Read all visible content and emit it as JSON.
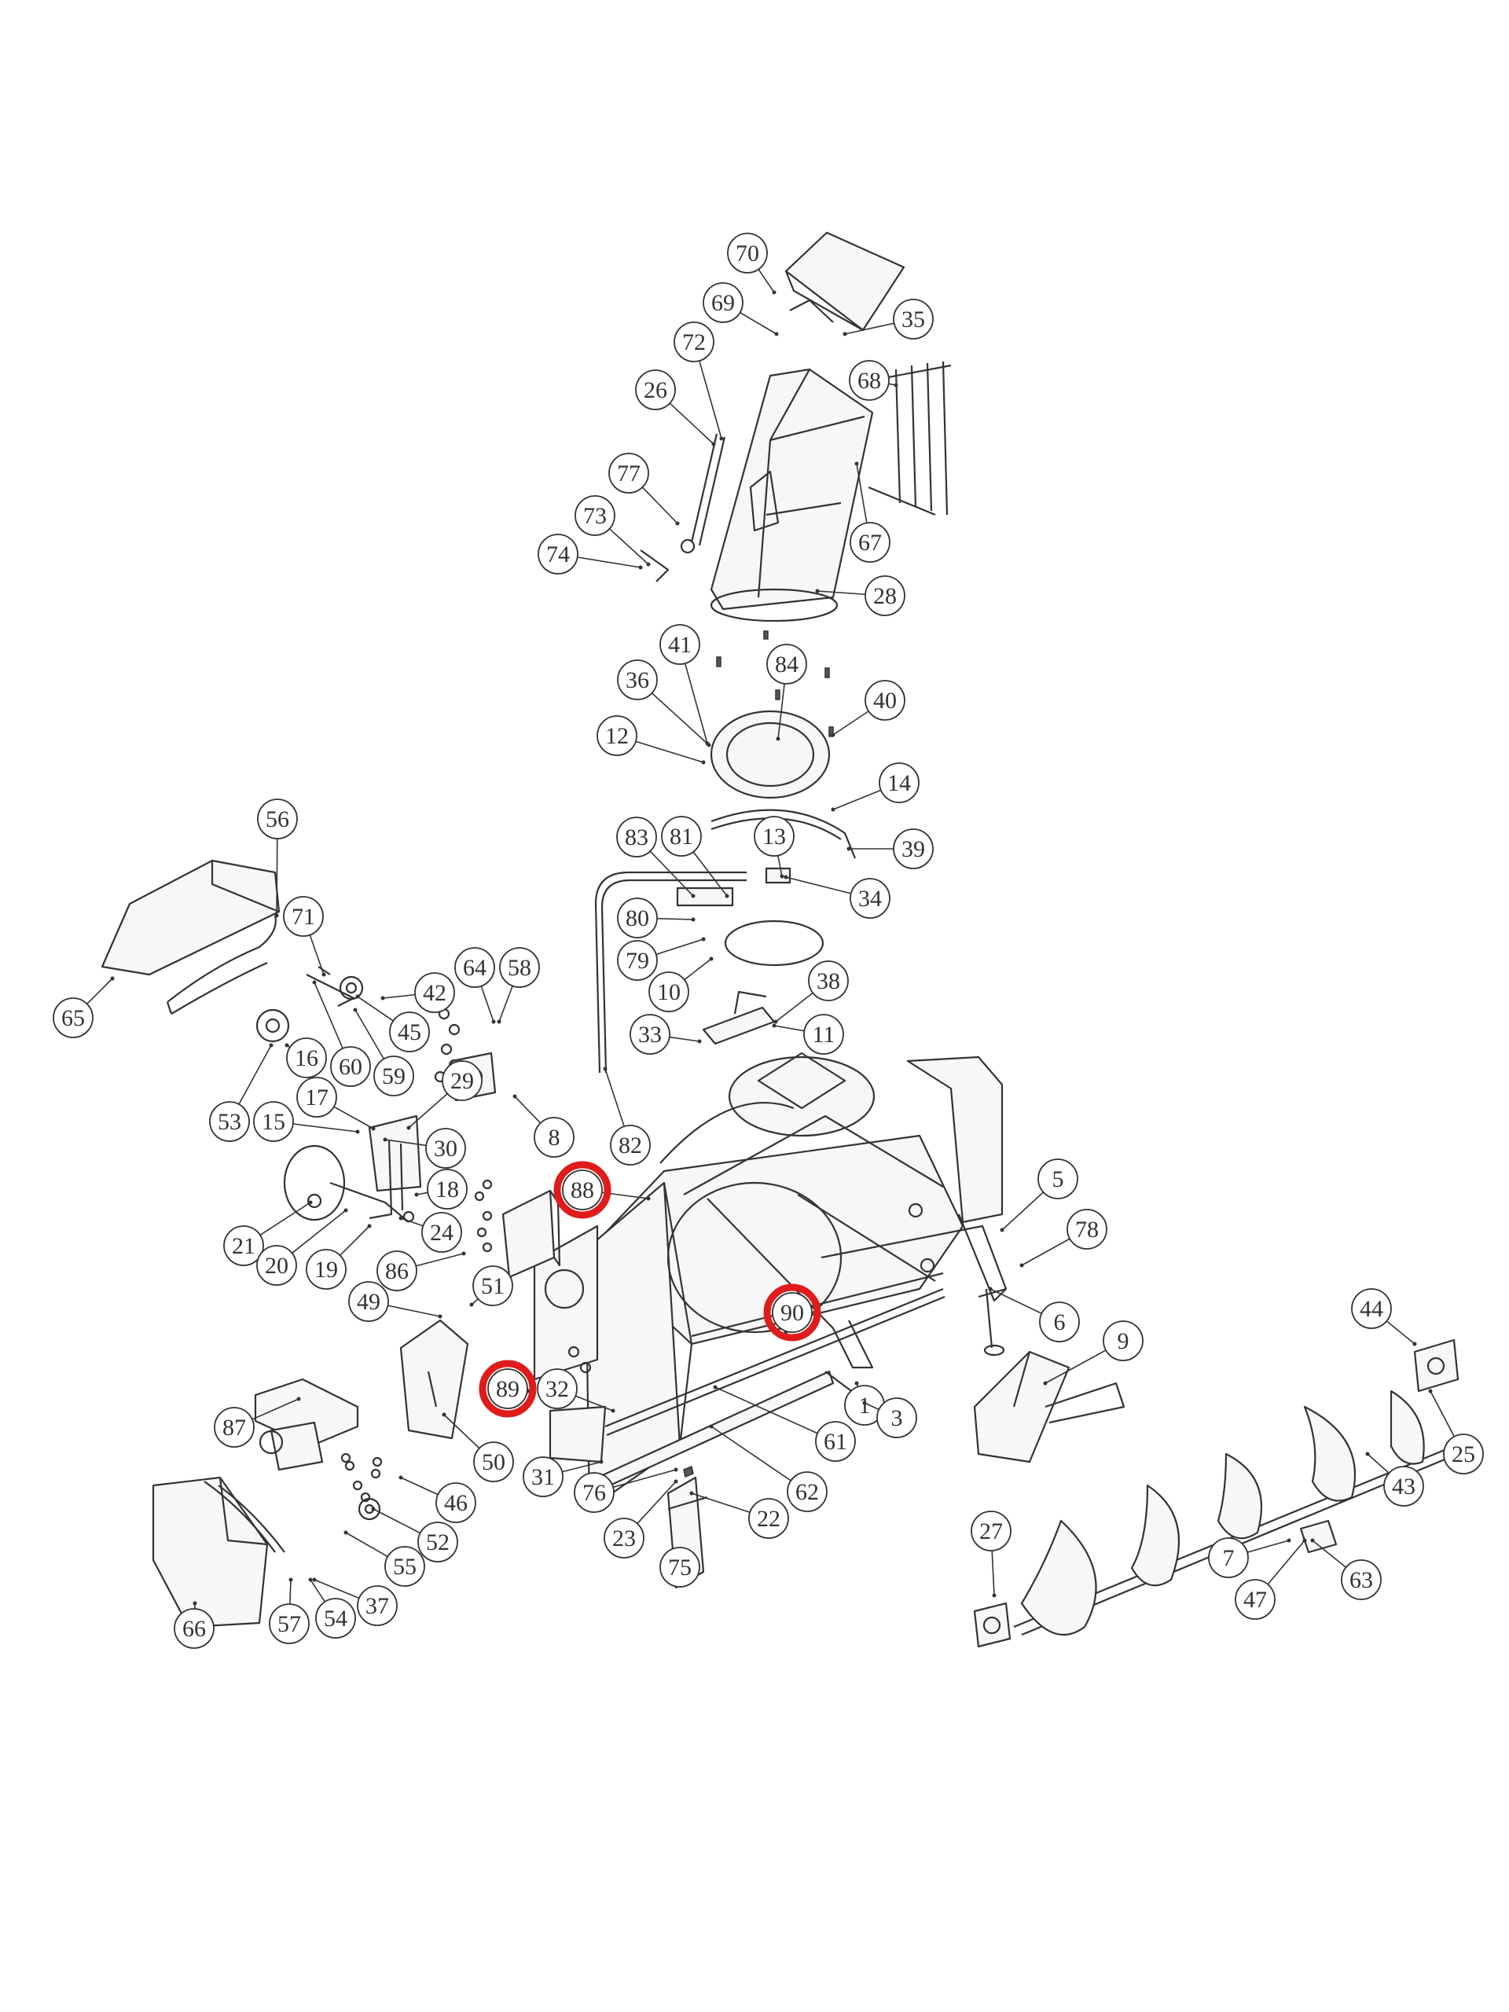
{
  "diagram": {
    "callouts": [
      {
        "num": "70"
      },
      {
        "num": "69"
      },
      {
        "num": "35"
      },
      {
        "num": "72"
      },
      {
        "num": "68"
      },
      {
        "num": "26"
      },
      {
        "num": "77"
      },
      {
        "num": "73"
      },
      {
        "num": "74"
      },
      {
        "num": "67"
      },
      {
        "num": "28"
      },
      {
        "num": "41"
      },
      {
        "num": "84"
      },
      {
        "num": "36"
      },
      {
        "num": "40"
      },
      {
        "num": "12"
      },
      {
        "num": "14"
      },
      {
        "num": "56"
      },
      {
        "num": "83"
      },
      {
        "num": "81"
      },
      {
        "num": "13"
      },
      {
        "num": "39"
      },
      {
        "num": "34"
      },
      {
        "num": "71"
      },
      {
        "num": "80"
      },
      {
        "num": "79"
      },
      {
        "num": "64"
      },
      {
        "num": "58"
      },
      {
        "num": "10"
      },
      {
        "num": "42"
      },
      {
        "num": "38"
      },
      {
        "num": "65"
      },
      {
        "num": "45"
      },
      {
        "num": "33"
      },
      {
        "num": "11"
      },
      {
        "num": "16"
      },
      {
        "num": "60"
      },
      {
        "num": "59"
      },
      {
        "num": "17"
      },
      {
        "num": "29"
      },
      {
        "num": "53"
      },
      {
        "num": "15"
      },
      {
        "num": "30"
      },
      {
        "num": "8"
      },
      {
        "num": "82"
      },
      {
        "num": "88",
        "highlighted": true
      },
      {
        "num": "18"
      },
      {
        "num": "5"
      },
      {
        "num": "78"
      },
      {
        "num": "21"
      },
      {
        "num": "20"
      },
      {
        "num": "19"
      },
      {
        "num": "24"
      },
      {
        "num": "86"
      },
      {
        "num": "51"
      },
      {
        "num": "49"
      },
      {
        "num": "90",
        "highlighted": true
      },
      {
        "num": "6"
      },
      {
        "num": "9"
      },
      {
        "num": "44"
      },
      {
        "num": "89",
        "highlighted": true
      },
      {
        "num": "32"
      },
      {
        "num": "1"
      },
      {
        "num": "3"
      },
      {
        "num": "87"
      },
      {
        "num": "61"
      },
      {
        "num": "25"
      },
      {
        "num": "50"
      },
      {
        "num": "43"
      },
      {
        "num": "31"
      },
      {
        "num": "76"
      },
      {
        "num": "62"
      },
      {
        "num": "46"
      },
      {
        "num": "22"
      },
      {
        "num": "23"
      },
      {
        "num": "52"
      },
      {
        "num": "27"
      },
      {
        "num": "55"
      },
      {
        "num": "75"
      },
      {
        "num": "7"
      },
      {
        "num": "63"
      },
      {
        "num": "37"
      },
      {
        "num": "47"
      },
      {
        "num": "66"
      },
      {
        "num": "57"
      },
      {
        "num": "54"
      }
    ],
    "colors": {
      "line": "#333333",
      "highlight": "#e01b1b",
      "background": "#ffffff"
    }
  }
}
